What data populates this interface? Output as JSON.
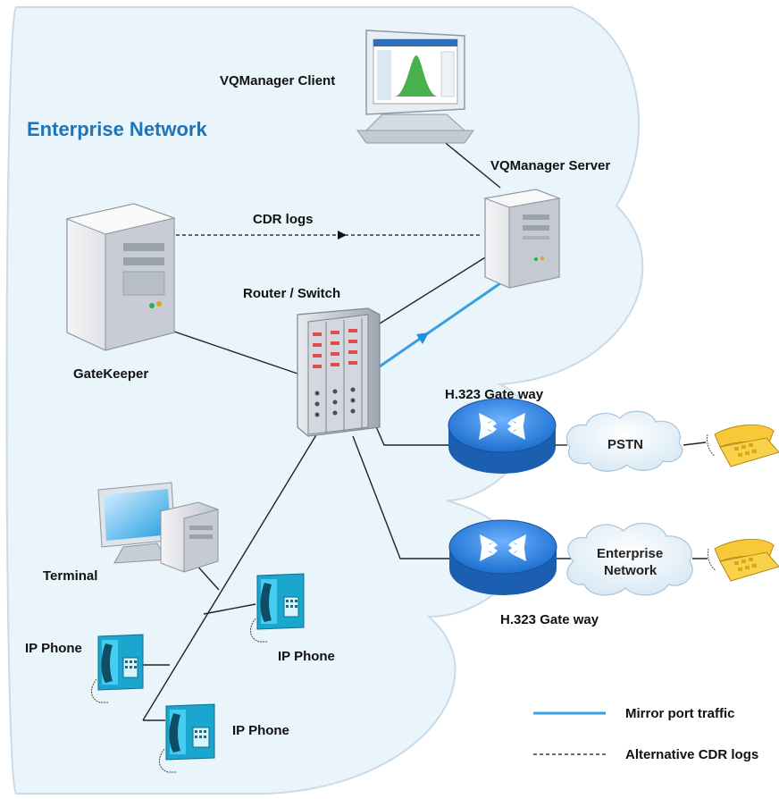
{
  "diagram": {
    "title": "Enterprise Network",
    "nodes": {
      "client": "VQManager Client",
      "server": "VQManager Server",
      "gatekeeper": "GateKeeper",
      "router": "Router / Switch",
      "gateway_top": "H.323 Gate way",
      "gateway_bottom": "H.323 Gate way",
      "pstn": "PSTN",
      "enterprise_network_line1": "Enterprise",
      "enterprise_network_line2": "Network",
      "terminal": "Terminal",
      "ip_phone_left": "IP Phone",
      "ip_phone_mid": "IP Phone",
      "ip_phone_bottom": "IP Phone"
    },
    "edges": {
      "cdr_logs": "CDR logs"
    },
    "legend": {
      "mirror": "Mirror port traffic",
      "cdr": "Alternative CDR logs"
    },
    "colors": {
      "cloud_fill": "#eaf4fb",
      "cloud_stroke": "#c7dbea",
      "title": "#1f73b7",
      "mirror_line": "#3a9fe0",
      "router_blue": "#1b6fcf",
      "phone_cyan": "#33c6ea",
      "phone_yellow": "#f7d24a"
    }
  }
}
